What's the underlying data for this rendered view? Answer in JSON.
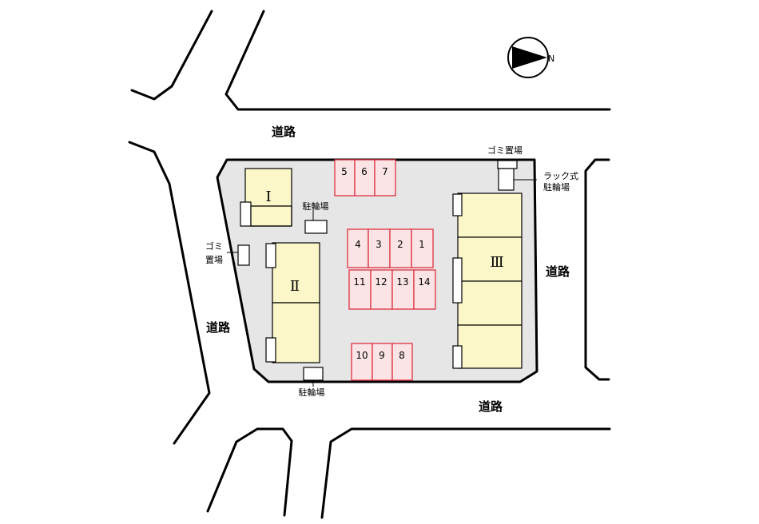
{
  "map": {
    "compass": {
      "north_label": "N"
    },
    "roads": [
      "道路",
      "道路",
      "道路",
      "道路"
    ],
    "buildings": [
      {
        "id": "I",
        "label": "Ⅰ"
      },
      {
        "id": "II",
        "label": "Ⅱ"
      },
      {
        "id": "III",
        "label": "Ⅲ"
      }
    ],
    "facilities": {
      "garbage_top_right": "ゴミ置場",
      "garbage_left_1": "ゴミ",
      "garbage_left_2": "置場",
      "rack_bike_1": "ラック式",
      "rack_bike_2": "駐輪場",
      "bike_parking_mid": "駐輪場",
      "bike_parking_bottom": "駐輪場"
    },
    "parking_spaces": [
      "5",
      "6",
      "7",
      "4",
      "3",
      "2",
      "1",
      "11",
      "12",
      "13",
      "14",
      "10",
      "9",
      "8"
    ]
  },
  "colors": {
    "building_fill": "#fbf7c9",
    "lot_fill": "#e6e6e6",
    "parking_fill": "#fbe4e6",
    "parking_stroke": "#e03040"
  }
}
